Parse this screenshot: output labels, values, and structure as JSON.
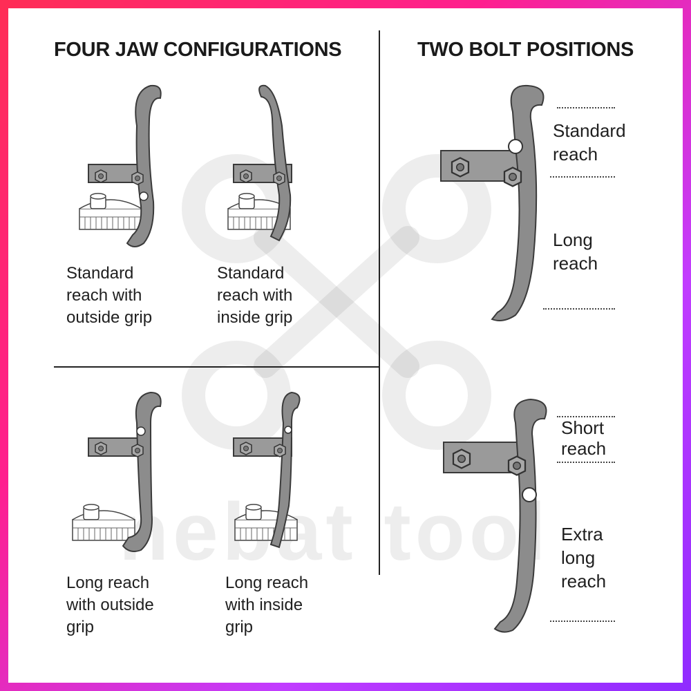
{
  "headings": {
    "left": "FOUR JAW CONFIGURATIONS",
    "right": "TWO BOLT POSITIONS"
  },
  "jaw_configurations": [
    {
      "lines": [
        "Standard",
        "reach with",
        "outside grip"
      ]
    },
    {
      "lines": [
        "Standard",
        "reach with",
        "inside grip"
      ]
    },
    {
      "lines": [
        "Long reach",
        "with outside",
        "grip"
      ]
    },
    {
      "lines": [
        "Long reach",
        "with inside",
        "grip"
      ]
    }
  ],
  "bolt_positions": {
    "top": {
      "upper_lines": [
        "Standard",
        "reach"
      ],
      "lower_lines": [
        "Long",
        "reach"
      ]
    },
    "bottom": {
      "upper_lines": [
        "Short",
        "reach"
      ],
      "lower_lines": [
        "Extra",
        "long",
        "reach"
      ]
    }
  },
  "watermark": "nebat tool",
  "colors": {
    "frame_start": "#ff2d55",
    "frame_end": "#8f2bff",
    "jaw_fill": "#8c8c8c",
    "jaw_stroke": "#3a3a3a"
  }
}
